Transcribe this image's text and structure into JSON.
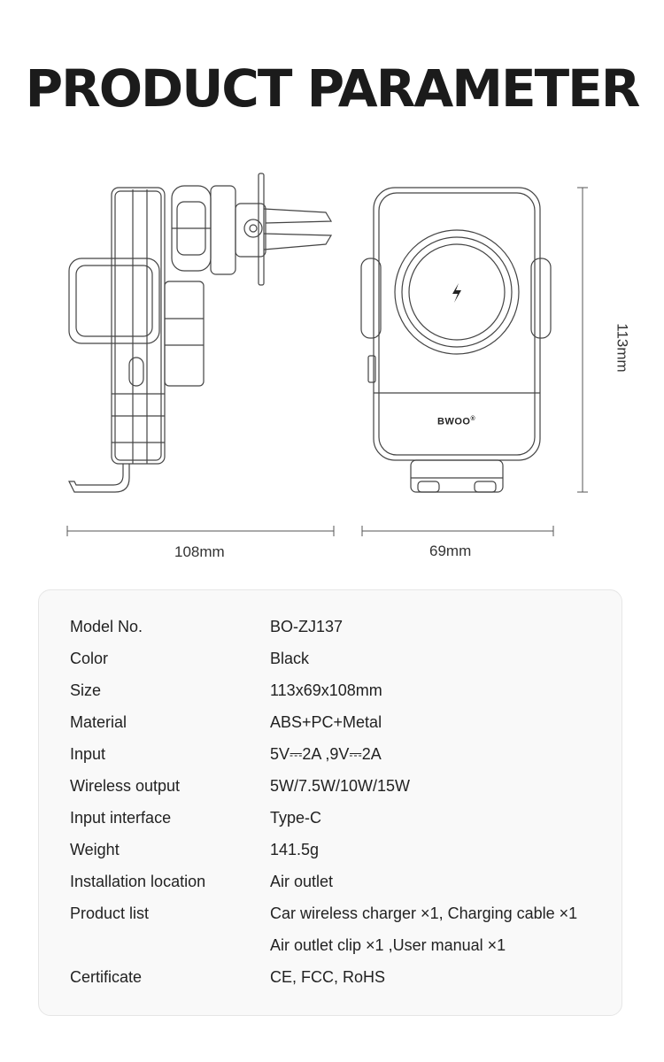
{
  "page": {
    "title": "PRODUCT PARAMETER"
  },
  "dimensions": {
    "length": "108mm",
    "width": "69mm",
    "height": "113mm"
  },
  "device": {
    "brand": "BWOO",
    "brand_mark": "®"
  },
  "specs": [
    {
      "key": "Model No.",
      "value": "BO-ZJ137"
    },
    {
      "key": "Color",
      "value": "Black"
    },
    {
      "key": "Size",
      "value": "113x69x108mm"
    },
    {
      "key": "Material",
      "value": "ABS+PC+Metal"
    },
    {
      "key": "Input",
      "value": "5V⎓2A ,9V⎓2A"
    },
    {
      "key": "Wireless output",
      "value": "5W/7.5W/10W/15W"
    },
    {
      "key": "Input interface",
      "value": "Type-C"
    },
    {
      "key": "Weight",
      "value": "141.5g"
    },
    {
      "key": "Installation location",
      "value": "Air outlet"
    },
    {
      "key": "Product list",
      "value": "Car wireless charger ×1, Charging cable ×1"
    },
    {
      "key": "",
      "value": "Air outlet clip ×1 ,User manual ×1"
    },
    {
      "key": "Certificate",
      "value": "CE, FCC, RoHS"
    }
  ]
}
